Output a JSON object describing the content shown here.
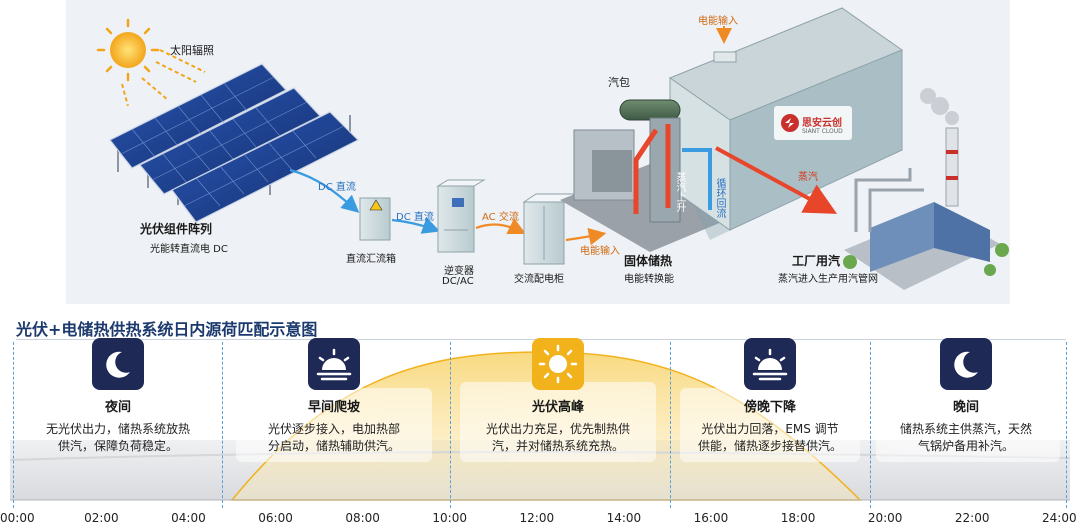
{
  "top": {
    "sun_label": "太阳辐照",
    "pv_title": "光伏组件阵列",
    "pv_sub": "光能转直流电 DC",
    "dc1": "DC 直流",
    "dc2": "DC 直流",
    "ac": "AC 交流",
    "combiner": "直流汇流箱",
    "inverter": "逆变器",
    "inverter_sub": "DC/AC",
    "ac_cabinet": "交流配电柜",
    "power_in1": "电能输入",
    "power_in2": "电能输入",
    "drum": "汽包",
    "steam_out": "蒸汽",
    "steam_up": "蒸汽上升",
    "circ": "循环回流",
    "tes_title": "固体储热",
    "tes_sub": "电能转换能",
    "brand": "思安云创",
    "brand_en": "SIANT CLOUD",
    "factory_title": "工厂用汽",
    "factory_sub": "蒸汽进入生产用汽管网"
  },
  "title": "光伏+电储热供热系统日内源荷匹配示意图",
  "phases": [
    {
      "icon": "moon-icon",
      "name": "夜间",
      "desc1": "无光伏出力，储热系统放热",
      "desc2": "供汽，保障负荷稳定。"
    },
    {
      "icon": "sunrise-icon",
      "name": "早间爬坡",
      "desc1": "光伏逐步接入，电加热部",
      "desc2": "分启动，储热辅助供汽。"
    },
    {
      "icon": "sun-icon",
      "name": "光伏高峰",
      "desc1": "光伏出力充足，优先制热供",
      "desc2": "汽，并对储热系统充热。"
    },
    {
      "icon": "sunset-icon",
      "name": "傍晚下降",
      "desc1": "光伏出力回落，EMS 调节",
      "desc2": "供能，储热逐步接替供汽。"
    },
    {
      "icon": "moon-icon",
      "name": "晚间",
      "desc1": "储热系统主供蒸汽，天然",
      "desc2": "气锅炉备用补汽。"
    }
  ],
  "ticks": [
    "00:00",
    "02:00",
    "04:00",
    "06:00",
    "08:00",
    "10:00",
    "12:00",
    "14:00",
    "16:00",
    "18:00",
    "20:00",
    "22:00",
    "24:00"
  ],
  "colors": {
    "navy": "#1e2a55",
    "sun": "#f2b21c",
    "steam": "#e8462b",
    "flow": "#3a9be0",
    "ac": "#f08a24"
  }
}
